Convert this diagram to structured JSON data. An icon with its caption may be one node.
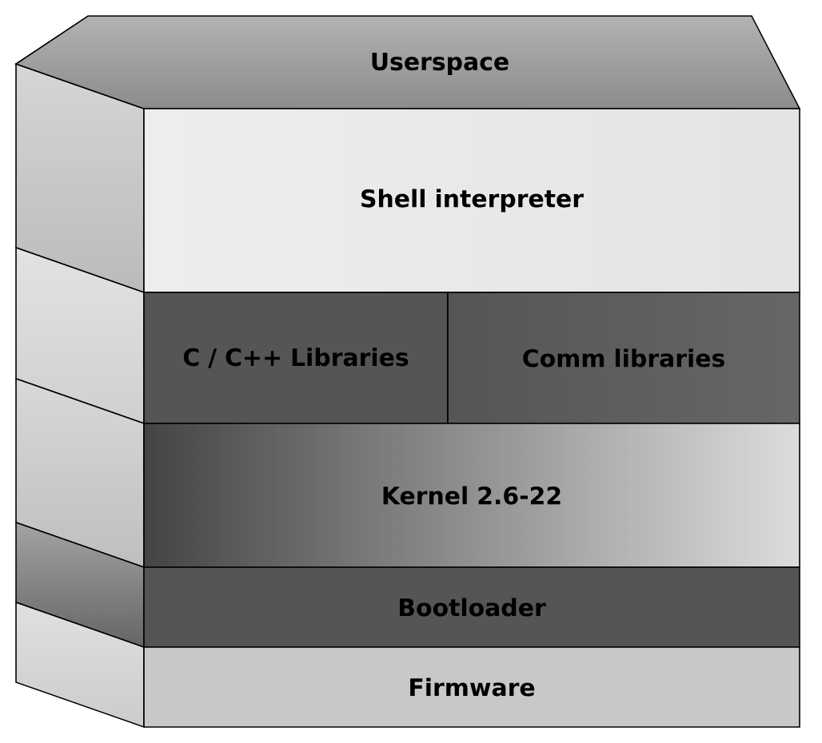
{
  "diagram": {
    "nodes": [
      {
        "text": [
          "Userspace"
        ]
      },
      {
        "text": [
          "Shell interpreter"
        ]
      },
      {
        "text": [
          "C / C++ Libraries"
        ]
      },
      {
        "text": [
          "Comm libraries"
        ]
      },
      {
        "text": [
          "Kernel 2.6-22"
        ]
      },
      {
        "text": [
          "Bootloader"
        ]
      },
      {
        "text": [
          "Firmware"
        ]
      }
    ]
  }
}
